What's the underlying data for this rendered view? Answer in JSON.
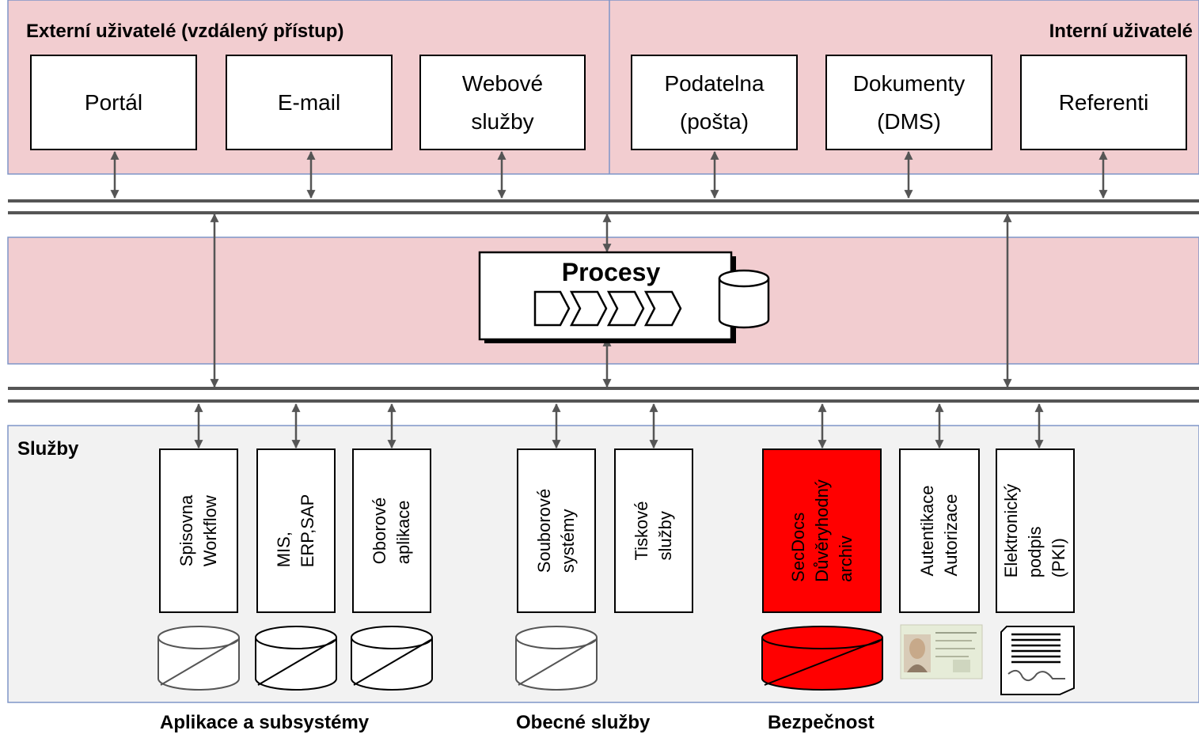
{
  "external": {
    "title": "Externí uživatelé (vzdálený přístup)",
    "boxes": [
      {
        "label": "Portál"
      },
      {
        "label": "E-mail"
      },
      {
        "label": "Webové\nslužby"
      }
    ]
  },
  "internal": {
    "title": "Interní uživatelé",
    "boxes": [
      {
        "label": "Podatelna\n(pošta)"
      },
      {
        "label": "Dokumenty\n(DMS)"
      },
      {
        "label": "Referenti"
      }
    ]
  },
  "process": {
    "title": "Procesy"
  },
  "services": {
    "title": "Služby",
    "items": [
      {
        "label": "Spisovna\n        Workflow",
        "group": "applications"
      },
      {
        "label": "MIS, ERP,SAP",
        "group": "applications"
      },
      {
        "label": "Oborové\naplikace",
        "group": "applications"
      },
      {
        "label": "Souborové\nsystémy",
        "group": "general"
      },
      {
        "label": "Tiskové\nslužby",
        "group": "general"
      },
      {
        "label": "SecDocs\nDůvěryhodný\narchiv",
        "group": "security",
        "highlight": true
      },
      {
        "label": "Autentikace\nAutorizace",
        "group": "security"
      },
      {
        "label": "Elektronický\npodpis (PKI)",
        "group": "security"
      }
    ]
  },
  "groups": {
    "applications": "Aplikace a subsystémy",
    "general": "Obecné služby",
    "security": "Bezpečnost"
  },
  "colors": {
    "user_band": "#f2cdd0",
    "services_band": "#f2f2f2",
    "band_border": "#7f95c8",
    "highlight": "#ff0000",
    "connector": "#555555"
  }
}
